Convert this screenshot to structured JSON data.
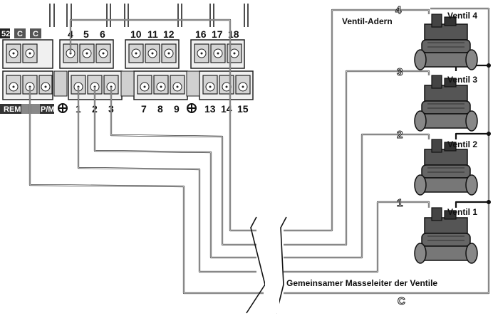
{
  "controller": {
    "top_labels": [
      "52",
      "C",
      "C"
    ],
    "top_numbers": [
      "4",
      "5",
      "6",
      "10",
      "11",
      "12",
      "16",
      "17",
      "18"
    ],
    "bottom_labels": [
      "REM",
      "",
      "P/MV"
    ],
    "bottom_numbers": [
      "1",
      "2",
      "3",
      "7",
      "8",
      "9",
      "13",
      "14",
      "15"
    ]
  },
  "valves": [
    {
      "label": "Ventil 4",
      "wire_number": "4"
    },
    {
      "label": "Ventil 3",
      "wire_number": "3"
    },
    {
      "label": "Ventil 2",
      "wire_number": "2"
    },
    {
      "label": "Ventil 1",
      "wire_number": "1"
    }
  ],
  "labels": {
    "valve_wires": "Ventil-Adern",
    "common": "Gemeinsamer Masseleiter der Ventile",
    "common_symbol": "C"
  }
}
